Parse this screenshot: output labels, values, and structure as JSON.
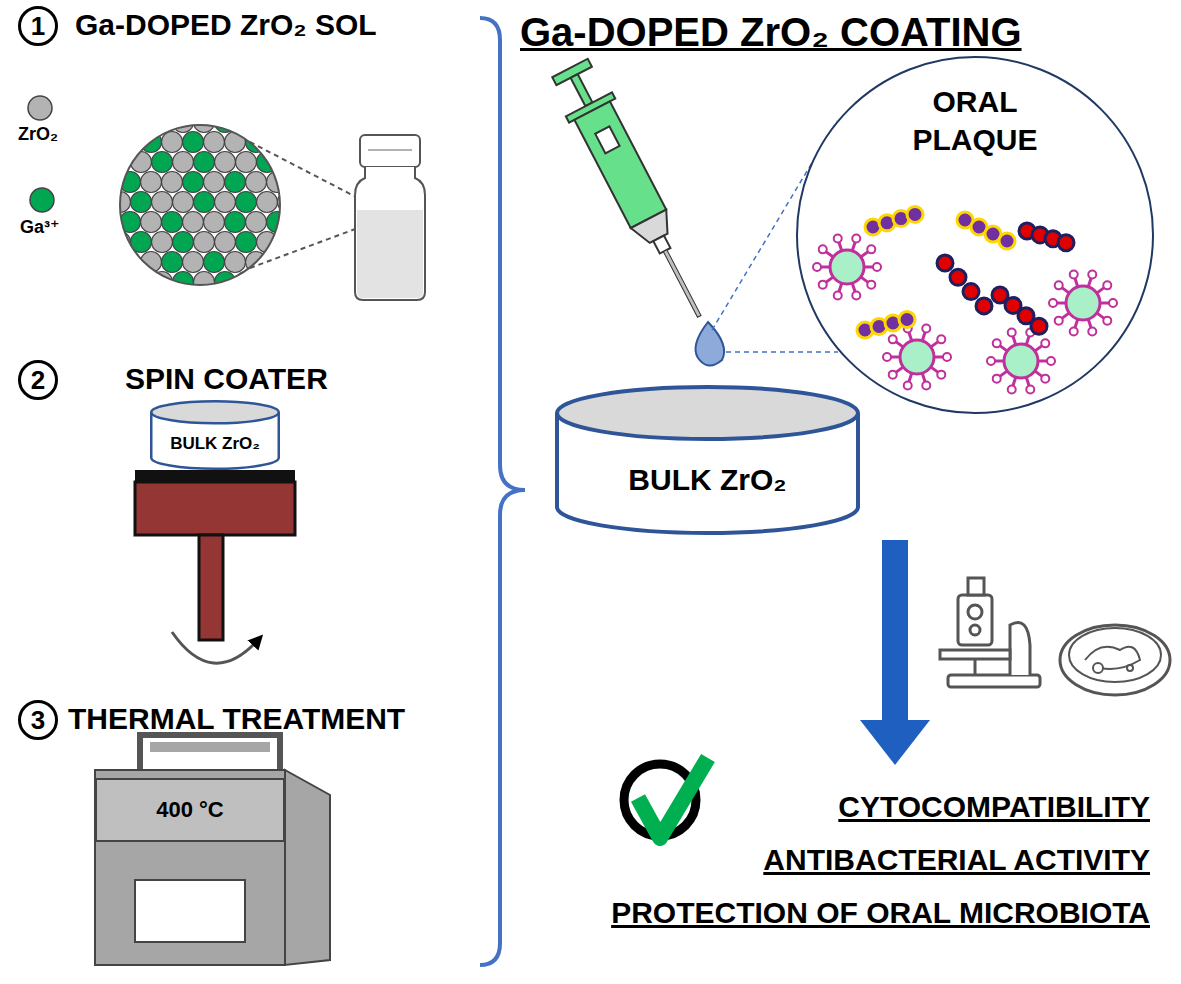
{
  "diagram": {
    "title": "Ga-DOPED ZrO₂ COATING",
    "nodes": [
      {
        "text": [
          "1"
        ]
      },
      {
        "text": [
          "2"
        ]
      },
      {
        "text": [
          "BULK ZrO₂"
        ]
      },
      {
        "text": [
          "3"
        ]
      },
      {
        "text": [
          "400 °C"
        ]
      },
      {
        "text": [
          "ORAL PLAQUE"
        ]
      },
      {
        "text": [
          "BULK ZrO₂"
        ]
      }
    ],
    "labels": [
      "Ga-DOPED ZrO₂ SOL",
      "SPIN COATER",
      "THERMAL TREATMENT",
      "CYTOCOMPATIBILITY",
      "ANTIBACTERIAL ACTIVITY",
      "PROTECTION OF ORAL MICROBIOTA"
    ],
    "legend": [
      {
        "text": "ZrO₂",
        "color": "#b3b3b3"
      },
      {
        "text": "Ga³⁺",
        "color": "#00a651"
      }
    ]
  }
}
